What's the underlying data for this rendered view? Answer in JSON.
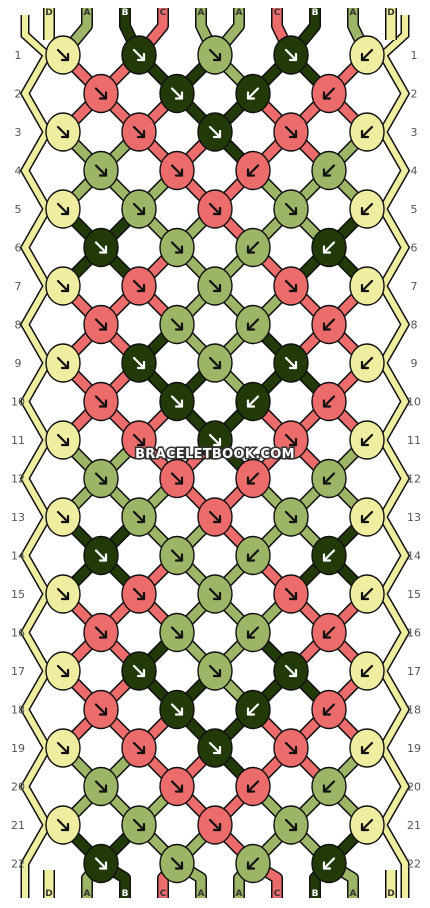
{
  "watermark": "BRACELETBOOK.COM",
  "colors": {
    "D": "#efeda0",
    "A": "#9cb567",
    "B": "#213a07",
    "C": "#ec6b6b"
  },
  "strings_top": [
    "D",
    "A",
    "B",
    "C",
    "A",
    "A",
    "C",
    "B",
    "A",
    "D"
  ],
  "strings_bottom": [
    "D",
    "A",
    "B",
    "C",
    "A",
    "A",
    "C",
    "B",
    "A",
    "D"
  ],
  "row_numbers": [
    "1",
    "2",
    "3",
    "4",
    "5",
    "6",
    "7",
    "8",
    "9",
    "10",
    "11",
    "12",
    "13",
    "14",
    "15",
    "16",
    "17",
    "18",
    "19",
    "20",
    "21",
    "22"
  ],
  "pattern": {
    "odd_row_knots": [
      [
        "D",
        "B",
        "A",
        "B",
        "D"
      ],
      [
        "D",
        "C",
        "B",
        "C",
        "D"
      ],
      [
        "D",
        "A",
        "C",
        "A",
        "D"
      ],
      [
        "D",
        "C",
        "A",
        "C",
        "D"
      ],
      [
        "D",
        "B",
        "A",
        "B",
        "D"
      ],
      [
        "D",
        "C",
        "B",
        "C",
        "D"
      ],
      [
        "D",
        "A",
        "C",
        "A",
        "D"
      ],
      [
        "D",
        "C",
        "A",
        "C",
        "D"
      ],
      [
        "D",
        "B",
        "A",
        "B",
        "D"
      ],
      [
        "D",
        "C",
        "B",
        "C",
        "D"
      ],
      [
        "D",
        "A",
        "C",
        "A",
        "D"
      ]
    ],
    "even_row_knots": [
      [
        "C",
        "B",
        "B",
        "C"
      ],
      [
        "A",
        "C",
        "C",
        "A"
      ],
      [
        "B",
        "A",
        "A",
        "B"
      ],
      [
        "C",
        "A",
        "A",
        "C"
      ],
      [
        "C",
        "B",
        "B",
        "C"
      ],
      [
        "A",
        "C",
        "C",
        "A"
      ],
      [
        "B",
        "A",
        "A",
        "B"
      ],
      [
        "C",
        "A",
        "A",
        "C"
      ],
      [
        "C",
        "B",
        "B",
        "C"
      ],
      [
        "A",
        "C",
        "C",
        "A"
      ],
      [
        "B",
        "A",
        "A",
        "B"
      ]
    ],
    "odd_row_arrows": [
      "fwd",
      "fwd",
      "fwd",
      "fwd",
      "back"
    ],
    "even_row_arrows": [
      "fwd",
      "fwd",
      "back",
      "back"
    ]
  }
}
